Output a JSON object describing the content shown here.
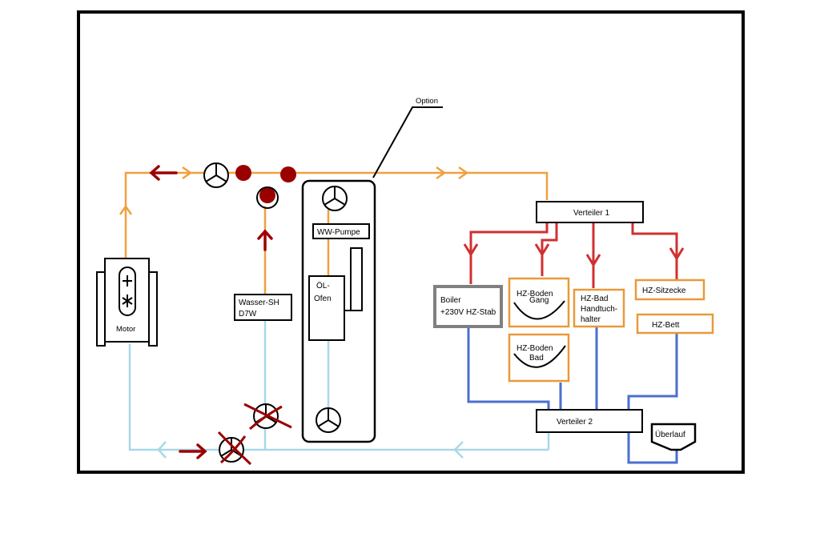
{
  "labels": {
    "option": "Option",
    "motor": "Motor",
    "wasser_sh_1": "Wasser-SH",
    "wasser_sh_2": "D7W",
    "ww_pumpe": "WW-Pumpe",
    "oel_ofen_1": "ÖL-",
    "oel_ofen_2": "Ofen",
    "verteiler_1": "Verteiler 1",
    "verteiler_2": "Verteiler 2",
    "boiler_1": "Boiler",
    "boiler_2": "+230V HZ-Stab",
    "hz_boden_gang_1": "HZ-Boden",
    "hz_boden_gang_2": "Gang",
    "hz_boden_bad_1": "HZ-Boden",
    "hz_boden_bad_2": "Bad",
    "hz_bad_1": "HZ-Bad",
    "hz_bad_2": "Handtuch-",
    "hz_bad_3": "halter",
    "hz_sitzecke": "HZ-Sitzecke",
    "hz_bett": "HZ-Bett",
    "ueberlauf": "Überlauf"
  },
  "colors": {
    "frame": "#000000",
    "supply_orange": "#f0a040",
    "hot_red": "#d03030",
    "return_blue": "#4a6fd0",
    "return_lightblue": "#a8d8e8",
    "marker_darkred": "#9b0000",
    "box_orange": "#e89a3a",
    "box_gray": "#808080"
  }
}
